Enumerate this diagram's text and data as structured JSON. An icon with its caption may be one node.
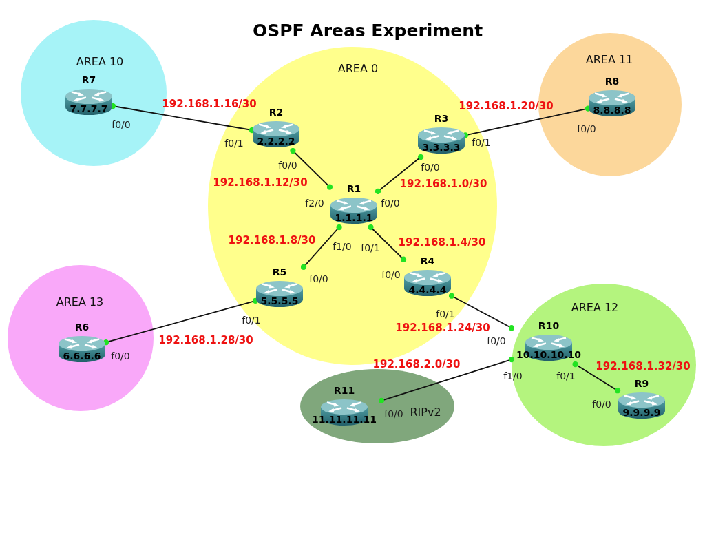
{
  "diagram": {
    "title": "OSPF Areas Experiment",
    "nodes": [
      {
        "text": [
          "AREA 10"
        ]
      },
      {
        "text": [
          "R7",
          "7.7.7.7"
        ],
        "in": 0,
        "beside": [
          "f0/0"
        ]
      },
      {
        "text": [
          "AREA 0"
        ]
      },
      {
        "text": [
          "R2",
          "2.2.2.2"
        ],
        "in": 2,
        "beside": [
          "f0/1",
          "f0/0"
        ]
      },
      {
        "text": [
          "R3",
          "3.3.3.3"
        ],
        "in": 2,
        "beside": [
          "f0/1",
          "f0/0"
        ]
      },
      {
        "text": [
          "R1",
          "1.1.1.1"
        ],
        "in": 2,
        "beside": [
          "f2/0",
          "f0/0",
          "f1/0",
          "f0/1"
        ]
      },
      {
        "text": [
          "R5",
          "5.5.5.5"
        ],
        "in": 2,
        "beside": [
          "f0/0",
          "f0/1"
        ]
      },
      {
        "text": [
          "R4",
          "4.4.4.4"
        ],
        "in": 2,
        "beside": [
          "f0/0",
          "f0/1"
        ]
      },
      {
        "text": [
          "AREA 11"
        ]
      },
      {
        "text": [
          "R8",
          "8.8.8.8"
        ],
        "in": 8,
        "beside": [
          "f0/0"
        ]
      },
      {
        "text": [
          "AREA 13"
        ]
      },
      {
        "text": [
          "R6",
          "6.6.6.6"
        ],
        "in": 10,
        "beside": [
          "f0/0"
        ]
      },
      {
        "text": [
          "AREA 12"
        ]
      },
      {
        "text": [
          "R10",
          "10.10.10.10"
        ],
        "in": 12,
        "beside": [
          "f0/0",
          "f1/0",
          "f0/1"
        ]
      },
      {
        "text": [
          "R9",
          "9.9.9.9"
        ],
        "in": 12,
        "beside": [
          "f0/0"
        ]
      },
      {
        "text": [
          "RIPv2"
        ]
      },
      {
        "text": [
          "R11",
          "11.11.11.11"
        ],
        "in": 15,
        "beside": [
          "f0/0"
        ]
      }
    ],
    "edges": [
      {
        "from": 1,
        "to": 3,
        "arrow": "other",
        "label": "192.168.1.16/30"
      },
      {
        "from": 4,
        "to": 9,
        "arrow": "other",
        "label": "192.168.1.20/30"
      },
      {
        "from": 3,
        "to": 5,
        "arrow": "other",
        "label": "192.168.1.12/30"
      },
      {
        "from": 4,
        "to": 5,
        "arrow": "other",
        "label": "192.168.1.0/30"
      },
      {
        "from": 5,
        "to": 6,
        "arrow": "other",
        "label": "192.168.1.8/30"
      },
      {
        "from": 5,
        "to": 7,
        "arrow": "other",
        "label": "192.168.1.4/30"
      },
      {
        "from": 6,
        "to": 11,
        "arrow": "other",
        "label": "192.168.1.28/30"
      },
      {
        "from": 7,
        "to": 13,
        "arrow": "other",
        "label": "192.168.1.24/30"
      },
      {
        "from": 13,
        "to": 16,
        "arrow": "other",
        "label": "192.168.2.0/30"
      },
      {
        "from": 13,
        "to": 14,
        "arrow": "other",
        "label": "192.168.1.32/30"
      }
    ]
  }
}
